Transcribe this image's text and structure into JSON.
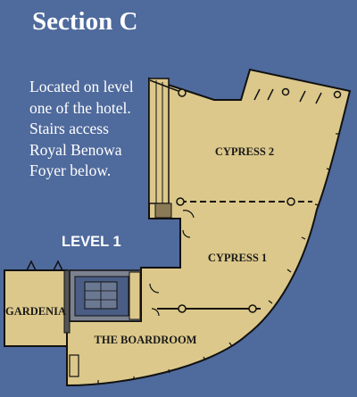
{
  "title": "Section C",
  "description": [
    "Located on level",
    "one of the hotel.",
    "Stairs access",
    "Royal Benowa",
    "Foyer below."
  ],
  "level_label": "LEVEL 1",
  "rooms": {
    "cypress2": "CYPRESS 2",
    "cypress1": "CYPRESS 1",
    "gardenia": "GARDENIA",
    "boardroom": "THE BOARDROOM"
  },
  "colors": {
    "background": "#4f6a9c",
    "floor": "#dcc88a",
    "wall": "#111111",
    "text": "#ffffff"
  }
}
